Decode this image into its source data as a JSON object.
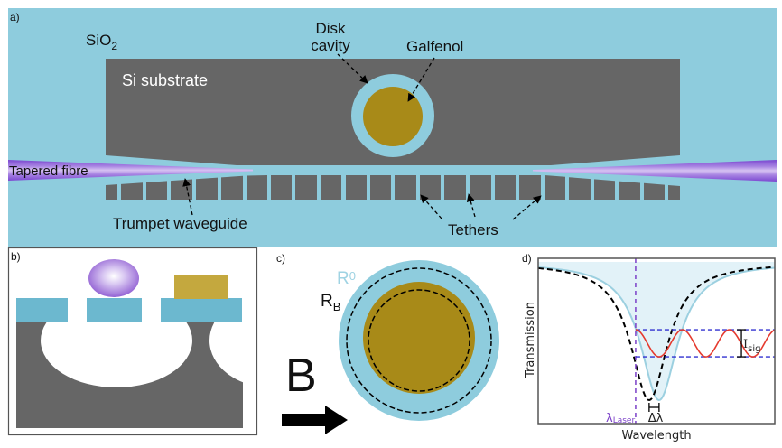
{
  "panels": {
    "a": {
      "label": "a)",
      "sio2": "SiO",
      "sio2_sub": "2",
      "substrate": "Si substrate",
      "disk_cavity_line1": "Disk",
      "disk_cavity_line2": "cavity",
      "galfenol": "Galfenol",
      "tapered_fibre": "Tapered fibre",
      "trumpet_waveguide": "Trumpet waveguide",
      "tethers": "Tethers"
    },
    "b": {
      "label": "b)"
    },
    "c": {
      "label": "c)",
      "r0": "R",
      "r0_sub": "0",
      "rb": "R",
      "rb_sub": "B",
      "field": "B"
    },
    "d": {
      "label": "d)",
      "lambda_laser": "λ",
      "lambda_laser_sub": "Laser",
      "delta_lambda": "Δλ",
      "i_sig": "I",
      "i_sig_sub": "sig"
    }
  },
  "colors": {
    "cladding": "#8ECCDD",
    "substrate": "#666666",
    "galfenol": "#A88A18",
    "waveguide_b": "#6CB8CF",
    "galfenol_b": "#C4A83E",
    "fibre": "#8A55D6",
    "r0_label": "#9FD3E3"
  },
  "chart_data": {
    "type": "line",
    "title": "",
    "xlabel": "Wavelength",
    "ylabel": "Transmission",
    "xlim": [
      0,
      100
    ],
    "ylim": [
      0,
      1
    ],
    "grid": false,
    "ticks": false,
    "series": [
      {
        "name": "Resonance at R0",
        "style": "solid",
        "color": "#9CD0E0",
        "model": "lorentzian",
        "center": 51.1,
        "width": 9.5,
        "baseline": 0.973,
        "minimum": 0.142,
        "fill_above": true,
        "fill_color": "#E2F2F8"
      },
      {
        "name": "Resonance at RB",
        "style": "dashed",
        "color": "#000000",
        "model": "lorentzian",
        "center": 46.9,
        "width": 9.5,
        "baseline": 0.973,
        "minimum": 0.142
      },
      {
        "name": "Modulated signal",
        "style": "solid",
        "color": "#E53A2E",
        "model": "cosine",
        "x_start": 41.2,
        "x_end": 100,
        "period": 19.8,
        "high": 0.568,
        "low": 0.404
      }
    ],
    "annotations": {
      "laser_line": {
        "x": 41.2,
        "color": "#7A3FC8",
        "label": "λ Laser"
      },
      "signal_bounds": {
        "values": [
          0.568,
          0.404
        ],
        "color": "#3030D0"
      },
      "delta_lambda": {
        "from": 46.9,
        "to": 51.1,
        "label": "Δλ"
      },
      "i_sig": {
        "x": 85.9,
        "from": 0.404,
        "to": 0.568,
        "label": "I sig"
      }
    }
  }
}
